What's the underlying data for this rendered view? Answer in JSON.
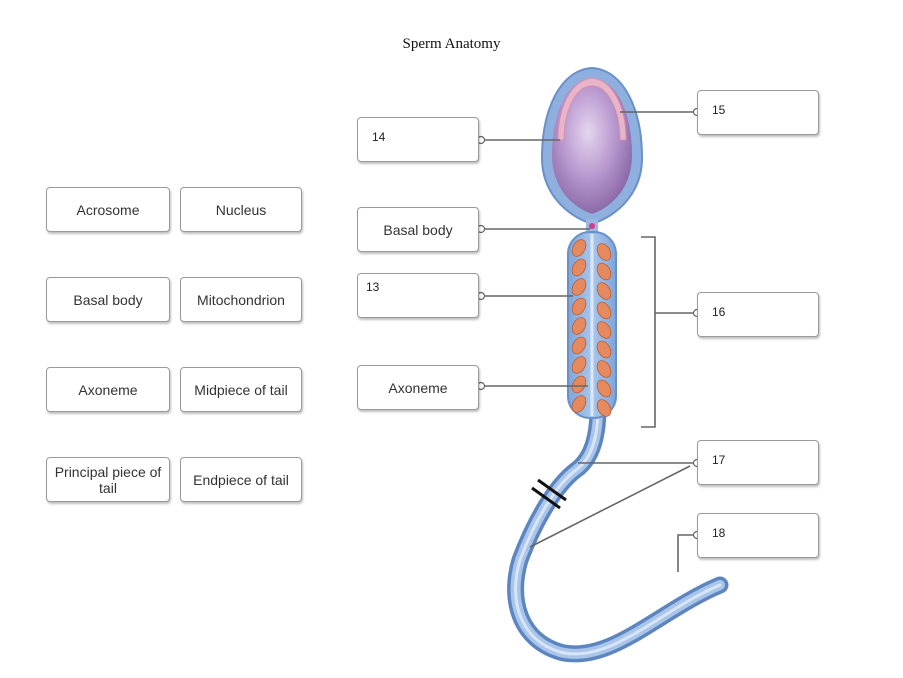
{
  "title": "Sperm Anatomy",
  "bank": [
    "Acrosome",
    "Nucleus",
    "Basal body",
    "Mitochondrion",
    "Axoneme",
    "Midpiece of tail",
    "Principal piece of tail",
    "Endpiece of tail"
  ],
  "targets": {
    "t14": "14",
    "t15": "15",
    "basal": "Basal body",
    "t13": "13",
    "t16": "16",
    "axoneme": "Axoneme",
    "t17": "17",
    "t18": "18"
  },
  "colors": {
    "tail": "#7fa6d8",
    "head_fill": "#b898cf",
    "acrosome": "#e8b5c8",
    "mitochondria": "#e58a5f",
    "leader": "#666666"
  }
}
